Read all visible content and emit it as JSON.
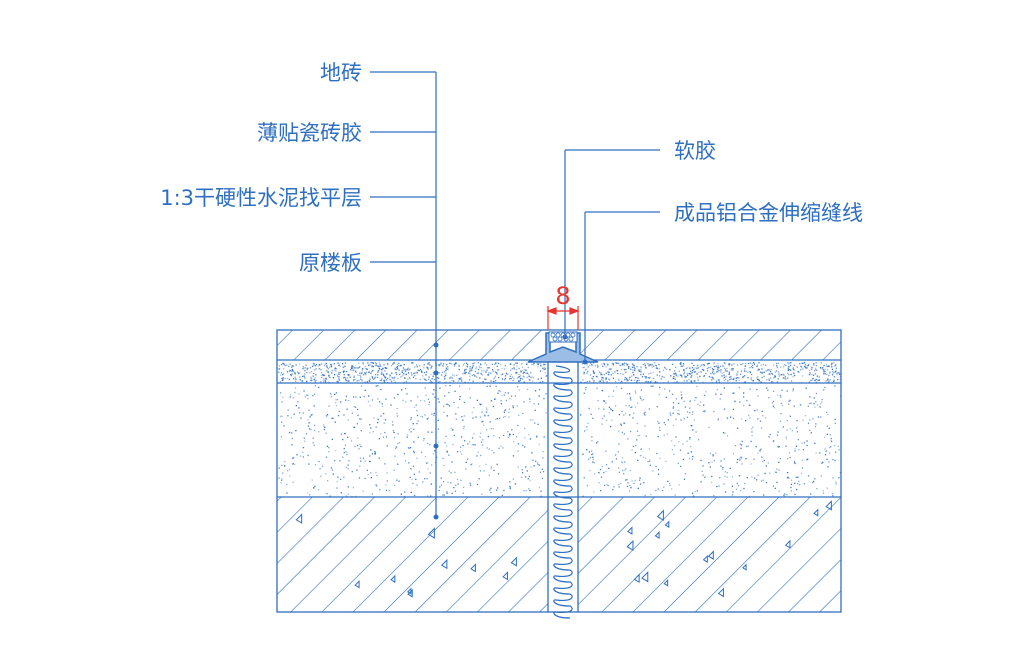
{
  "labels_left": [
    "地砖",
    "薄贴瓷砖胶",
    "1:3干硬性水泥找平层",
    "原楼板"
  ],
  "labels_right": [
    "软胶",
    "成品铝合金伸缩缝线"
  ],
  "dimension": "8",
  "colors": {
    "line": "#2f6fc0",
    "dimension": "#e8332f"
  }
}
